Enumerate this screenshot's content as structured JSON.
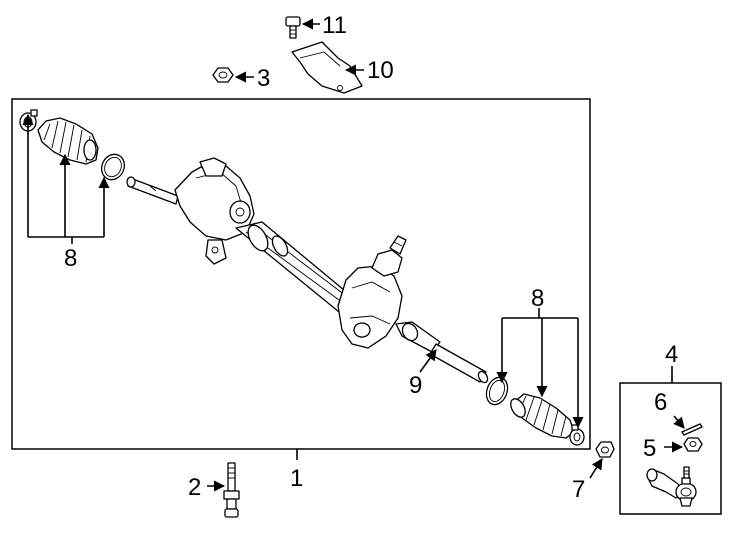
{
  "diagram": {
    "callouts": {
      "c1": "1",
      "c2": "2",
      "c3": "3",
      "c4": "4",
      "c5": "5",
      "c6": "6",
      "c7": "7",
      "c8_left": "8",
      "c8_right": "8",
      "c9": "9",
      "c10": "10",
      "c11": "11"
    },
    "icons": [
      "bolt-icon",
      "nut-icon",
      "heat-shield-icon",
      "steering-rack-icon",
      "boot-icon",
      "clamp-icon",
      "tie-rod-end-icon",
      "cotter-pin-icon"
    ]
  }
}
